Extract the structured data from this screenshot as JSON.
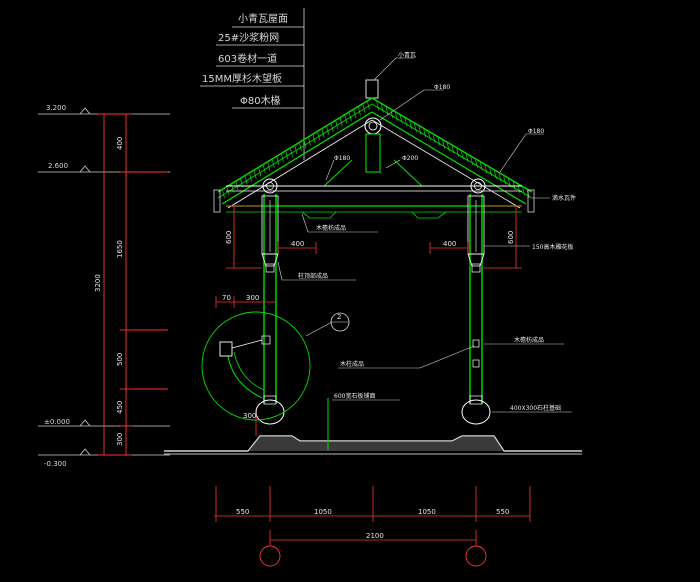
{
  "top_notes": [
    "小青瓦屋面",
    "25#沙浆粉网",
    "603卷材一道",
    "15MM厚杉木望板",
    "Φ80木椽"
  ],
  "levels": [
    "3.200",
    "2.600",
    "±0.000",
    "-0.300"
  ],
  "vertical_dims": [
    "400",
    "1650",
    "500",
    "450",
    "300",
    "3200"
  ],
  "roof_labels": {
    "ridge": "小青瓦",
    "ridge_purlin": "Φ180",
    "eave_purlin": "Φ180",
    "right_purlin": "Φ180",
    "center_post": "Φ200",
    "eave_tile": "滴水瓦件",
    "beam_right": "150高木雕花板"
  },
  "dims_short": {
    "left_h": "600",
    "right_h": "600",
    "left_w": "400",
    "right_w": "400",
    "bracket_a": "70",
    "bracket_b": "300",
    "base": "300"
  },
  "callouts": {
    "beam_center": "木檐枋成品",
    "post_left": "柱顶部成品",
    "post_mid": "木柱成品",
    "post_right": "木檐枋成品",
    "stone_base": "400X300石柱基础",
    "floor": "600宽石板铺面"
  },
  "detail_tag": "2",
  "bottom_dims": [
    "550",
    "1050",
    "1050",
    "550"
  ],
  "bottom_total": "2100"
}
